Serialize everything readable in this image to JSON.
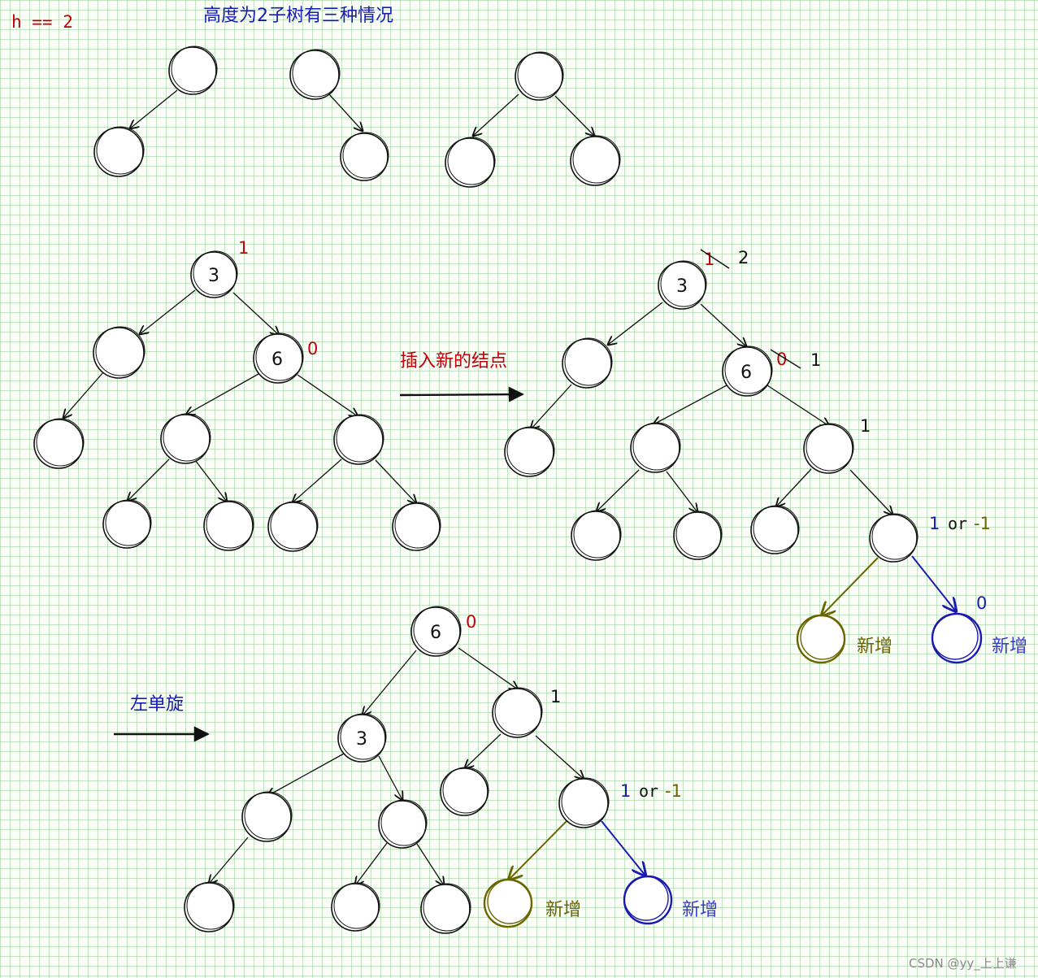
{
  "header": {
    "h_label": "h == 2",
    "title": "高度为2子树有三种情况"
  },
  "labels": {
    "insert_caption": "插入新的结点",
    "rotate_caption": "左单旋",
    "new_node": "新增",
    "or_word": "or",
    "watermark": "CSDN @yy_上上谦"
  },
  "balance": {
    "before_root": "1",
    "before_six": "0",
    "after_root_old": "1",
    "after_root_new": "2",
    "after_six_old": "0",
    "after_six_new": "1",
    "after_right": "1",
    "after_leaf_a": "1",
    "after_leaf_b": "-1",
    "after_blue_new": "0",
    "rot_root": "0",
    "rot_right": "1",
    "rot_leaf_a": "1",
    "rot_leaf_b": "-1"
  },
  "nodes": {
    "three": "3",
    "six": "6"
  },
  "colors": {
    "red": "#c0000a",
    "blue": "#1a1ab0",
    "olive": "#6b6500",
    "ink": "#111111"
  }
}
